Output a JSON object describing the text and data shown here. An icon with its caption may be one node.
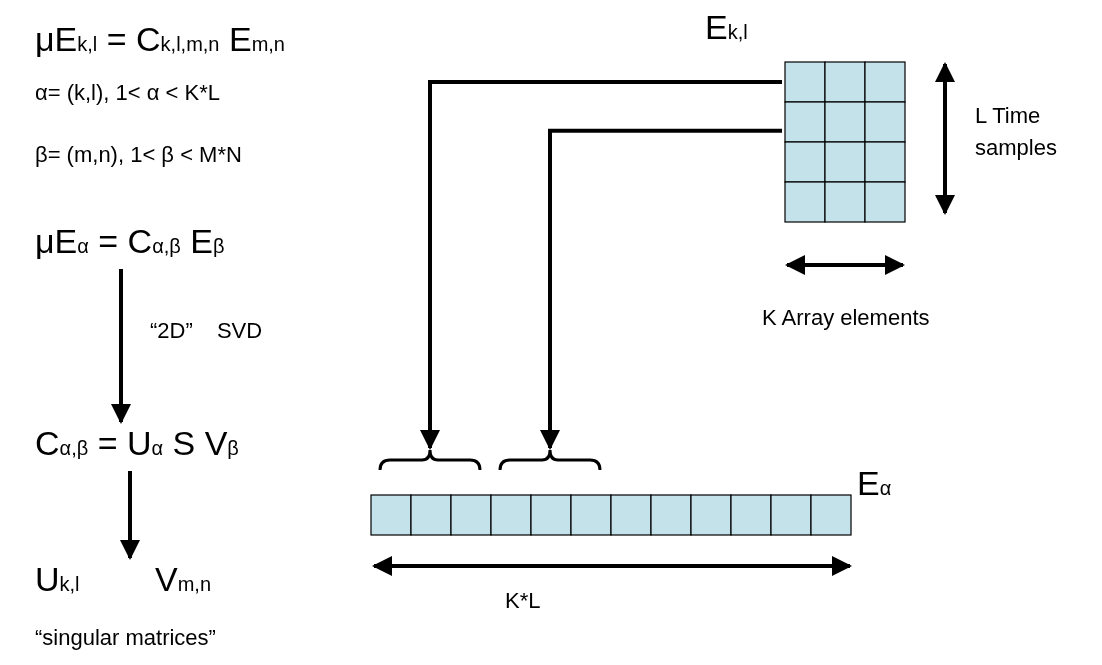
{
  "diagram": {
    "nodes": [
      {
        "text": [
          "μE$_{α}$ = C$_{α,β}$ E$_{β}$"
        ]
      },
      {
        "text": [
          "C$_{α,β}$ = U$_{α}$ S V$_{β}$"
        ]
      },
      {
        "text": [
          "U$_{k,l}$",
          "V$_{m,n}$"
        ]
      },
      {
        "text": [
          "E$_{k,l}$"
        ]
      },
      {
        "text": [],
        "shape": "brace"
      },
      {
        "text": [],
        "shape": "brace"
      },
      {
        "text": [
          "E$_{α}$"
        ]
      }
    ],
    "edges": [
      {
        "from": 0,
        "to": 1,
        "arrow": "to",
        "label": "“2D” SVD"
      },
      {
        "from": 1,
        "to": 2,
        "arrow": "to"
      },
      {
        "from": 3,
        "to": 4,
        "arrow": "to"
      },
      {
        "from": 3,
        "to": 5,
        "arrow": "to"
      }
    ],
    "labels": [
      "μE$_{k,l}$ = C$_{k,l,m,n}$ E$_{m,n}$",
      "α= (k,l), 1< α < K*L",
      "β= (m,n), 1< β < M*N",
      "L Time samples",
      "K Array elements",
      "K*L",
      "“singular matrices”"
    ]
  }
}
